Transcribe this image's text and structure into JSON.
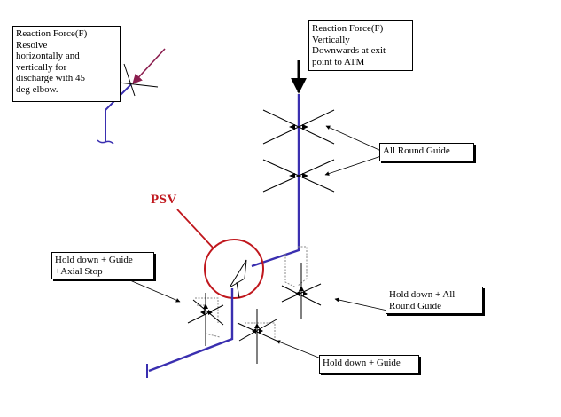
{
  "labels": {
    "reaction_force_resolve": "Reaction Force(F)\nResolve\nhorizontally and\nvertically for\ndischarge with 45\ndeg elbow.",
    "reaction_force_vertical": "Reaction Force(F)\nVertically\nDownwards at exit\npoint to ATM",
    "all_round_guide": "All Round Guide",
    "psv": "PSV",
    "hold_down_guide_axial_stop": "Hold down + Guide\n+Axial Stop",
    "hold_down_all_round_guide": "Hold down + All\nRound Guide",
    "hold_down_guide": "Hold down + Guide"
  },
  "colors": {
    "pipe": "#3a2fb0",
    "highlight": "#c0171d",
    "reaction_arrow": "#8b1d4e",
    "ink": "#000000"
  }
}
